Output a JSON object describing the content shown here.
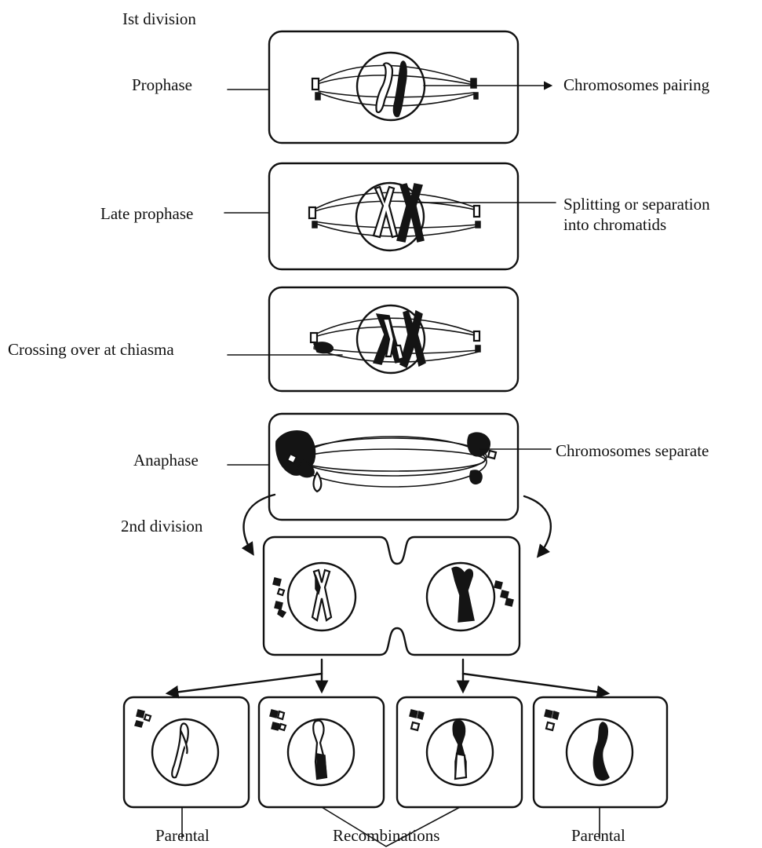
{
  "labels": {
    "first_division": "Ist division",
    "prophase": "Prophase",
    "chromosomes_pairing": "Chromosomes pairing",
    "late_prophase": "Late prophase",
    "splitting_line1": "Splitting or separation",
    "splitting_line2": "into chromatids",
    "crossing_over": "Crossing over at chiasma",
    "anaphase": "Anaphase",
    "chromosomes_separate": "Chromosomes separate",
    "second_division": "2nd division",
    "parental_left": "Parental",
    "recombinations": "Recombinations",
    "parental_right": "Parental"
  },
  "stages": [
    {
      "name": "prophase"
    },
    {
      "name": "late-prophase"
    },
    {
      "name": "crossing-over"
    },
    {
      "name": "anaphase"
    },
    {
      "name": "second-division"
    }
  ],
  "colors": {
    "ink": "#111111",
    "background": "#ffffff"
  }
}
